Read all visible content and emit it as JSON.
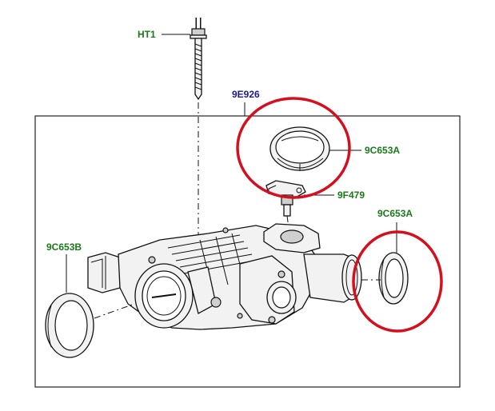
{
  "labels": {
    "bolt": "HT1",
    "assembly": "9E926",
    "seal_top": "9C653A",
    "sensor": "9F479",
    "seal_right": "9C653A",
    "seal_left": "9C653B"
  },
  "colors": {
    "label_green": "#1a7a1a",
    "label_blue": "#1a1a8c",
    "highlight_red": "#d4101f"
  }
}
